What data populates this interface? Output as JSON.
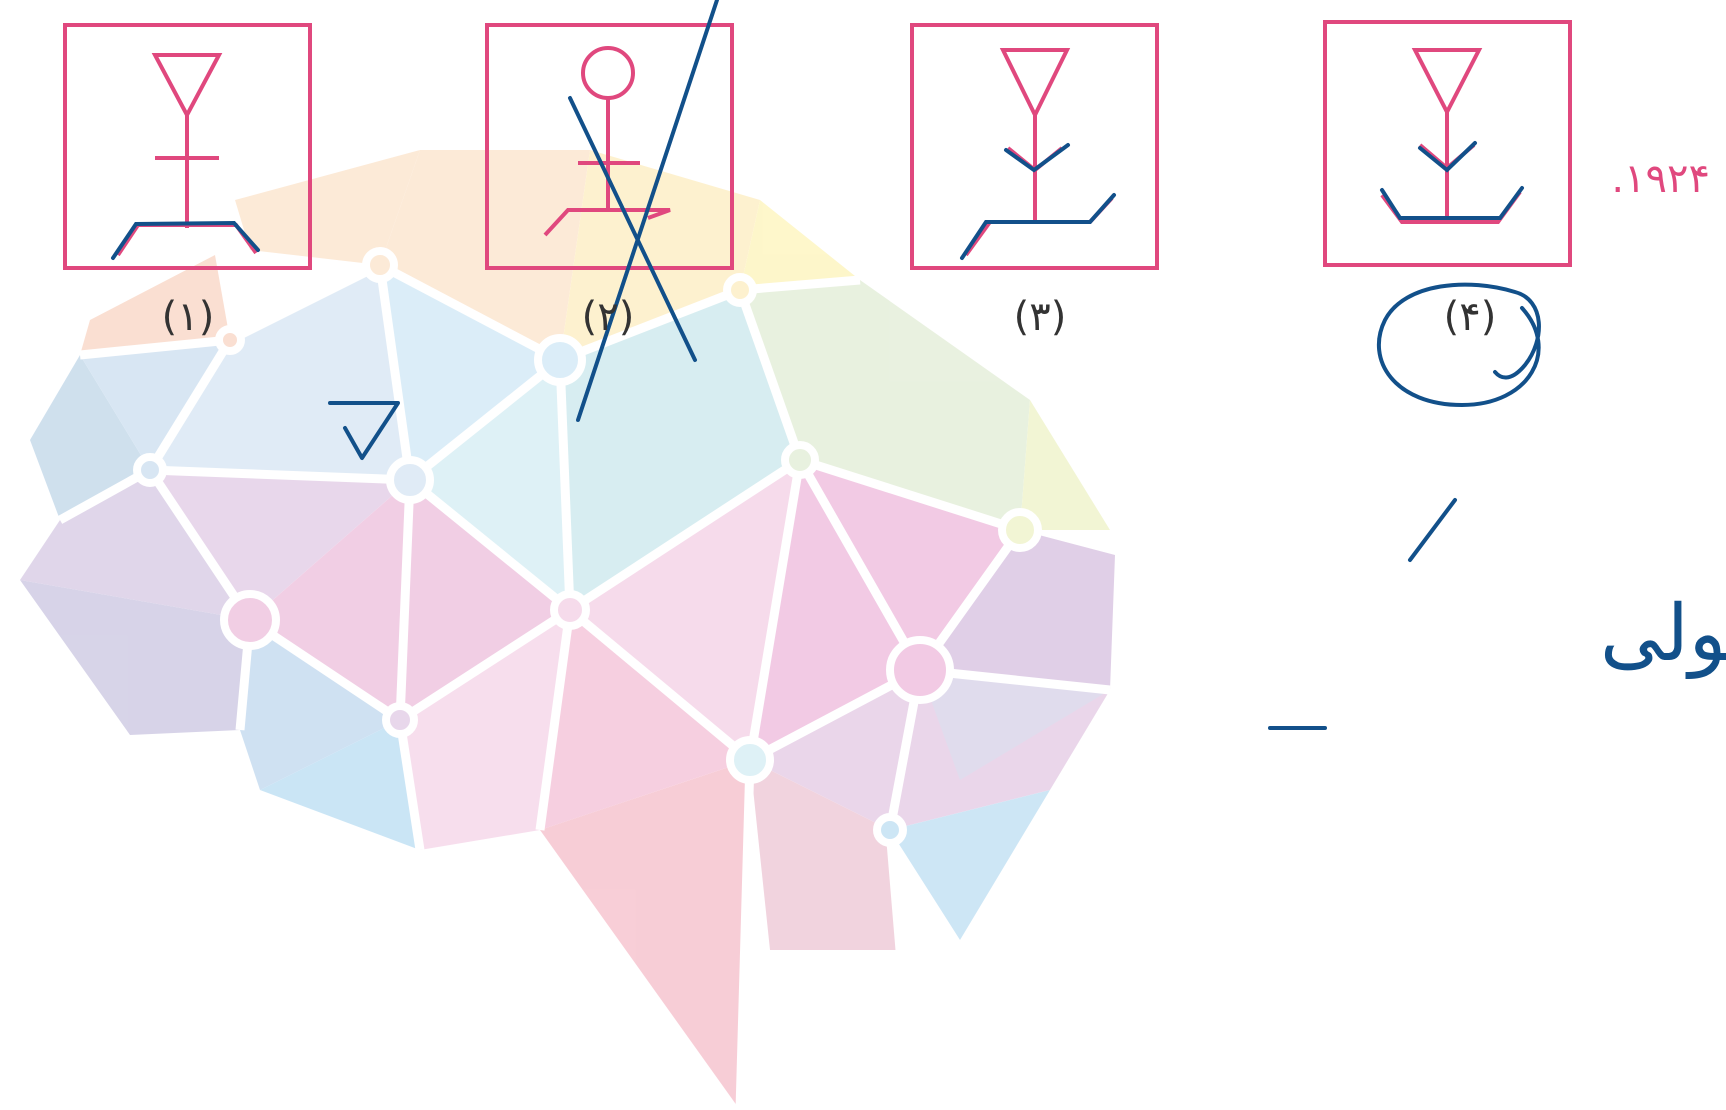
{
  "question": {
    "number_label": ".۱۹۲۴",
    "options": [
      {
        "label": "(۱)"
      },
      {
        "label": "(۲)"
      },
      {
        "label": "(۳)"
      },
      {
        "label": "(۴)"
      }
    ],
    "selected_option": 4,
    "crossed_out_option": 2
  },
  "annotation": {
    "handwritten_word": "سودوکولی"
  },
  "colors": {
    "print_magenta": "#e0487e",
    "pen_blue": "#12508a",
    "label_gray": "#333333"
  },
  "watermark": {
    "description_icon": "brain-network-logo"
  }
}
